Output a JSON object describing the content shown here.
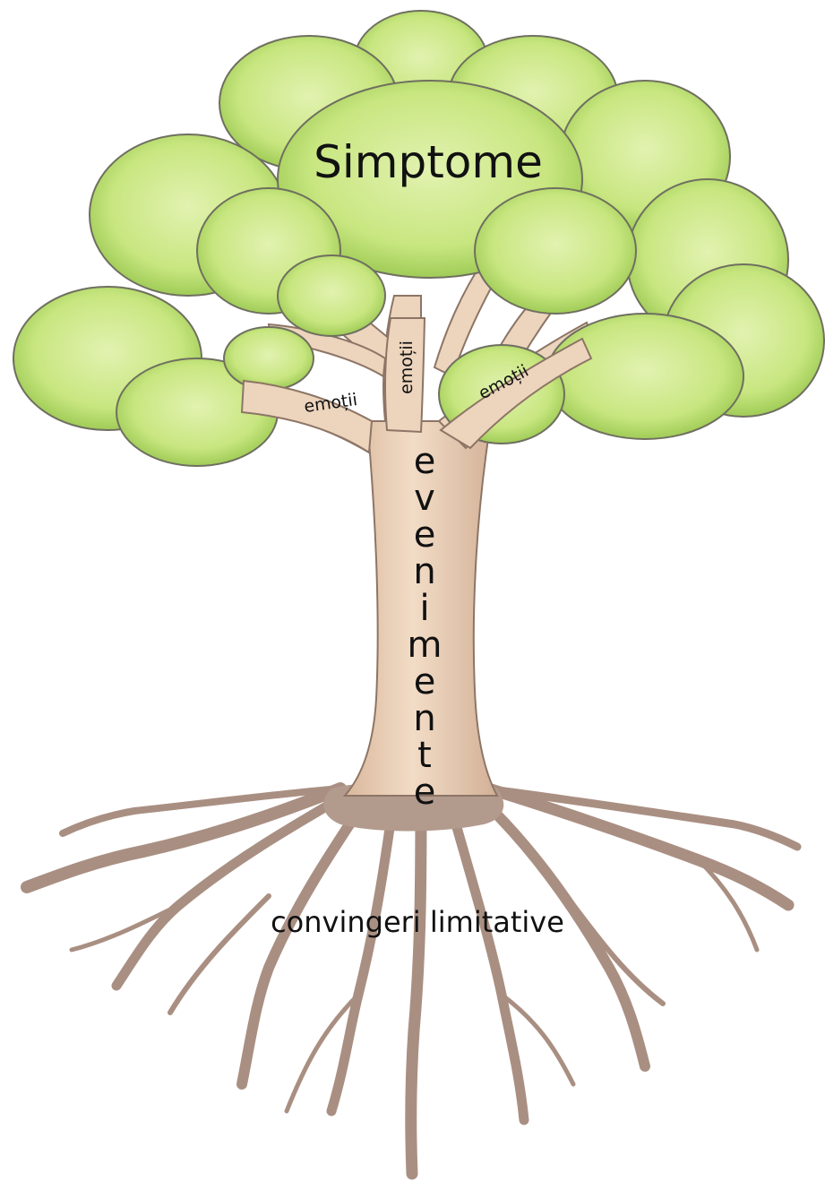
{
  "diagram": {
    "crown_label": "Simptome",
    "trunk_label": "evenimente",
    "roots_label": "convingeri limitative",
    "branch_labels": [
      "emoții",
      "emoții",
      "emoții"
    ],
    "colors": {
      "foliage_light": "#cfe98a",
      "foliage_mid": "#a9d65a",
      "foliage_edge": "#8cbf3f",
      "outline": "#6b6b5e",
      "trunk": "#e8cdb4",
      "trunk_shadow": "#c9a78c",
      "roots": "#a88d80"
    }
  }
}
